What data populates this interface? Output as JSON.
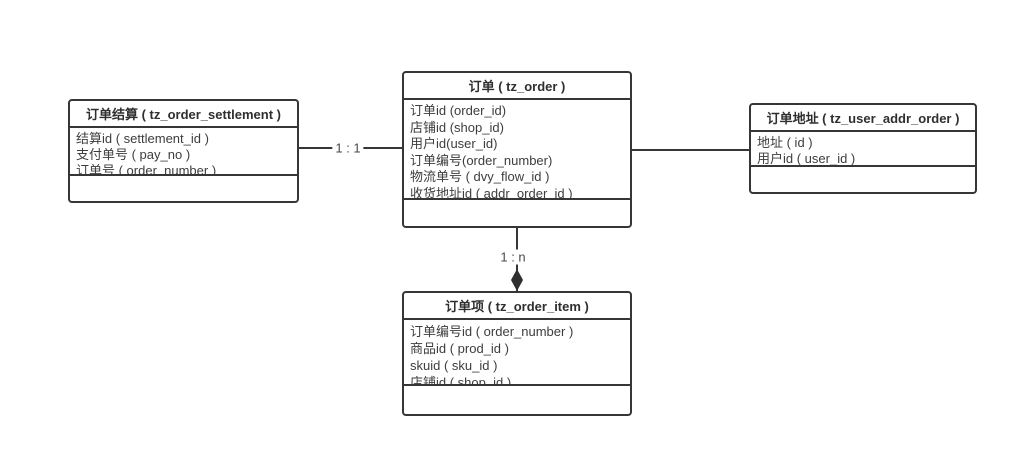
{
  "diagram": {
    "background_color": "#ffffff",
    "border_color": "#363636",
    "text_color": "#3d3d3d",
    "label_color": "#4a4a4a",
    "entities": [
      {
        "title": "订单结算 ( tz_order_settlement )",
        "fields": [
          "结算id ( settlement_id )",
          "支付单号 ( pay_no )",
          "订单号 ( order_number )"
        ]
      },
      {
        "title": "订单 ( tz_order )",
        "fields": [
          "订单id (order_id)",
          "店铺id (shop_id)",
          "用户id(user_id)",
          "订单编号(order_number)",
          "物流单号 ( dvy_flow_id )",
          "收货地址id ( addr_order_id )"
        ]
      },
      {
        "title": "订单地址 ( tz_user_addr_order )",
        "fields": [
          "地址 ( id )",
          "用户id ( user_id )"
        ]
      },
      {
        "title": "订单项 ( tz_order_item )",
        "fields": [
          "订单编号id ( order_number )",
          "商品id ( prod_id )",
          "skuid ( sku_id )",
          "店铺id ( shop_id )"
        ]
      }
    ],
    "relations": [
      {
        "from": "订单结算",
        "to": "订单",
        "label": "1 : 1"
      },
      {
        "from": "订单",
        "to": "订单地址",
        "label": ""
      },
      {
        "from": "订单",
        "to": "订单项",
        "label": "1 : n",
        "arrow": "diamond"
      }
    ]
  }
}
